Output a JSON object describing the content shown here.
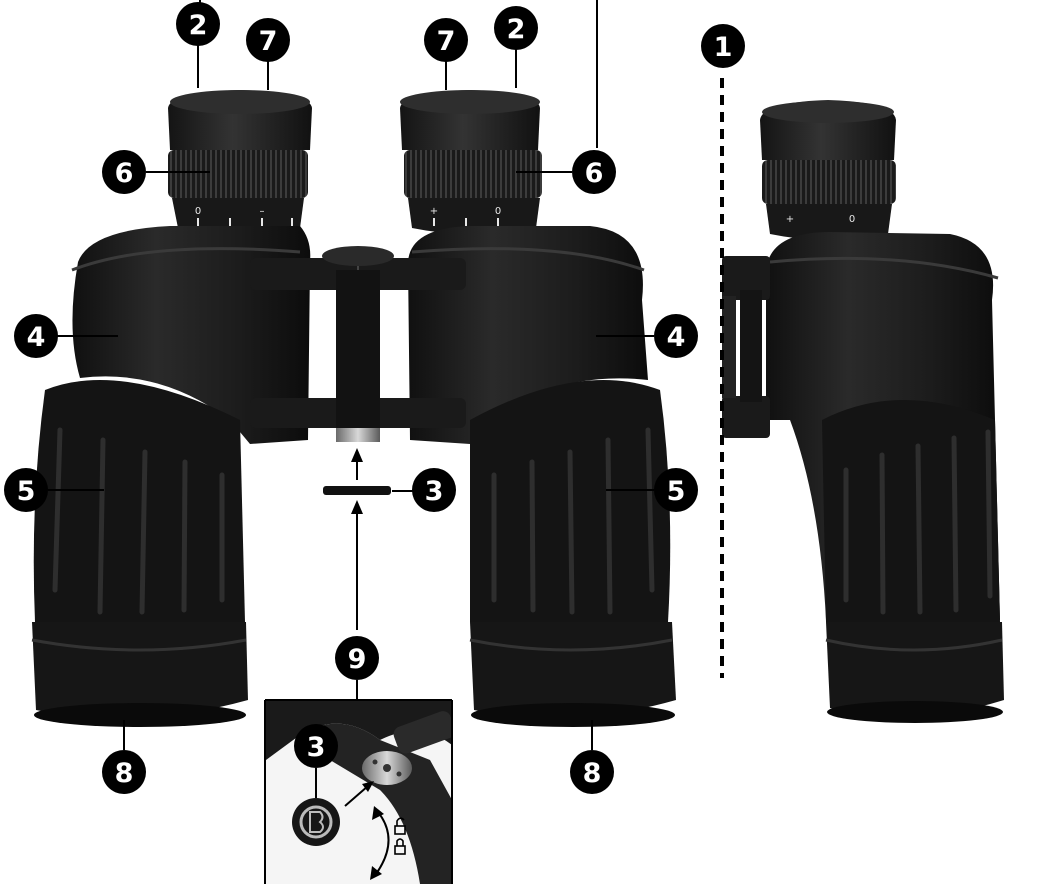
{
  "callouts": {
    "c1": "1",
    "c2": "2",
    "c3": "3",
    "c4": "4",
    "c5": "5",
    "c6": "6",
    "c7": "7",
    "c8": "8",
    "c9": "9"
  },
  "diopter_scale": {
    "zero": "0",
    "plus": "+",
    "minus": "–"
  },
  "colors": {
    "body": "#1e1e1e",
    "rubber": "#151515",
    "highlight": "#3a3a3a",
    "callout": "#000000",
    "line": "#000000"
  }
}
